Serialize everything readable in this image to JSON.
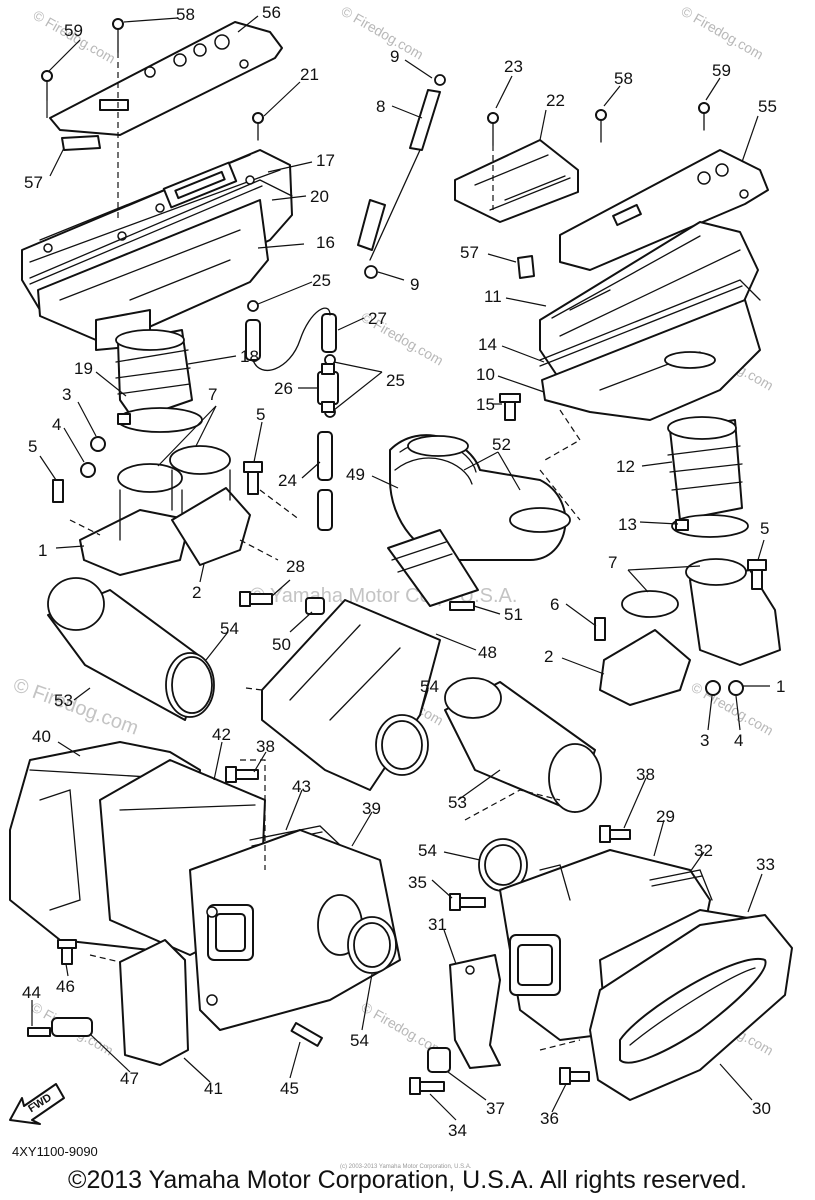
{
  "watermarks": {
    "small": "© Firedog.com",
    "center": "© Yamaha Motor Corp. U.S.A.",
    "left": "© Firedog.com"
  },
  "callouts": {
    "c59a": "59",
    "c58a": "58",
    "c56": "56",
    "c21": "21",
    "c17": "17",
    "c20": "20",
    "c16": "16",
    "c57a": "57",
    "c9a": "9",
    "c8": "8",
    "c9b": "9",
    "c23": "23",
    "c22": "22",
    "c58b": "58",
    "c59b": "59",
    "c55": "55",
    "c57b": "57",
    "c11": "11",
    "c14": "14",
    "c10": "10",
    "c15": "15",
    "c25a": "25",
    "c27": "27",
    "c25b": "25",
    "c26": "26",
    "c24": "24",
    "c18": "18",
    "c19": "19",
    "c3a": "3",
    "c7a": "7",
    "c5a": "5",
    "c4a": "4",
    "c5b": "5",
    "c1a": "1",
    "c2a": "2",
    "c49": "49",
    "c52": "52",
    "c12": "12",
    "c13": "13",
    "c5c": "5",
    "c7b": "7",
    "c6": "6",
    "c2b": "2",
    "c1b": "1",
    "c3b": "3",
    "c4b": "4",
    "c28": "28",
    "c50": "50",
    "c51": "51",
    "c48": "48",
    "c54a": "54",
    "c53a": "53",
    "c54b": "54",
    "c53b": "53",
    "c40": "40",
    "c42": "42",
    "c38a": "38",
    "c43": "43",
    "c39": "39",
    "c38b": "38",
    "c29": "29",
    "c32": "32",
    "c33": "33",
    "c54c": "54",
    "c35": "35",
    "c31": "31",
    "c46": "46",
    "c44": "44",
    "c47": "47",
    "c41": "41",
    "c45": "45",
    "c54d": "54",
    "c37": "37",
    "c36": "36",
    "c34": "34",
    "c30": "30"
  },
  "fwd_label": "FWD",
  "part_code": "4XY1100-9090",
  "tiny_copyright": "(c) 2003-2013 Yamaha Motor Corporation, U.S.A.",
  "copyright": "©2013 Yamaha Motor Corporation, U.S.A. All rights reserved.",
  "colors": {
    "line": "#111111",
    "background": "#ffffff",
    "watermark": "#b8b8b8"
  }
}
